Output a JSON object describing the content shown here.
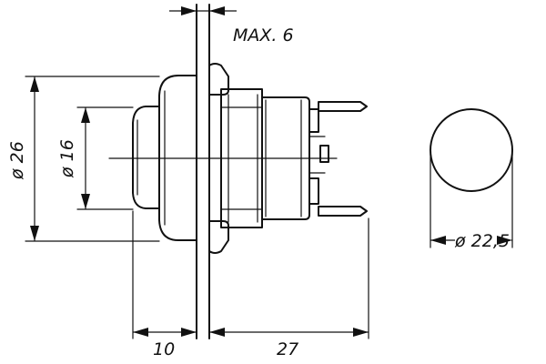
{
  "labels": {
    "max_thickness": "MAX. 6",
    "outer_diameter": "ø 26",
    "button_diameter": "ø 16",
    "cap_diameter": "ø 22,5",
    "front_depth": "10",
    "rear_length": "27"
  }
}
